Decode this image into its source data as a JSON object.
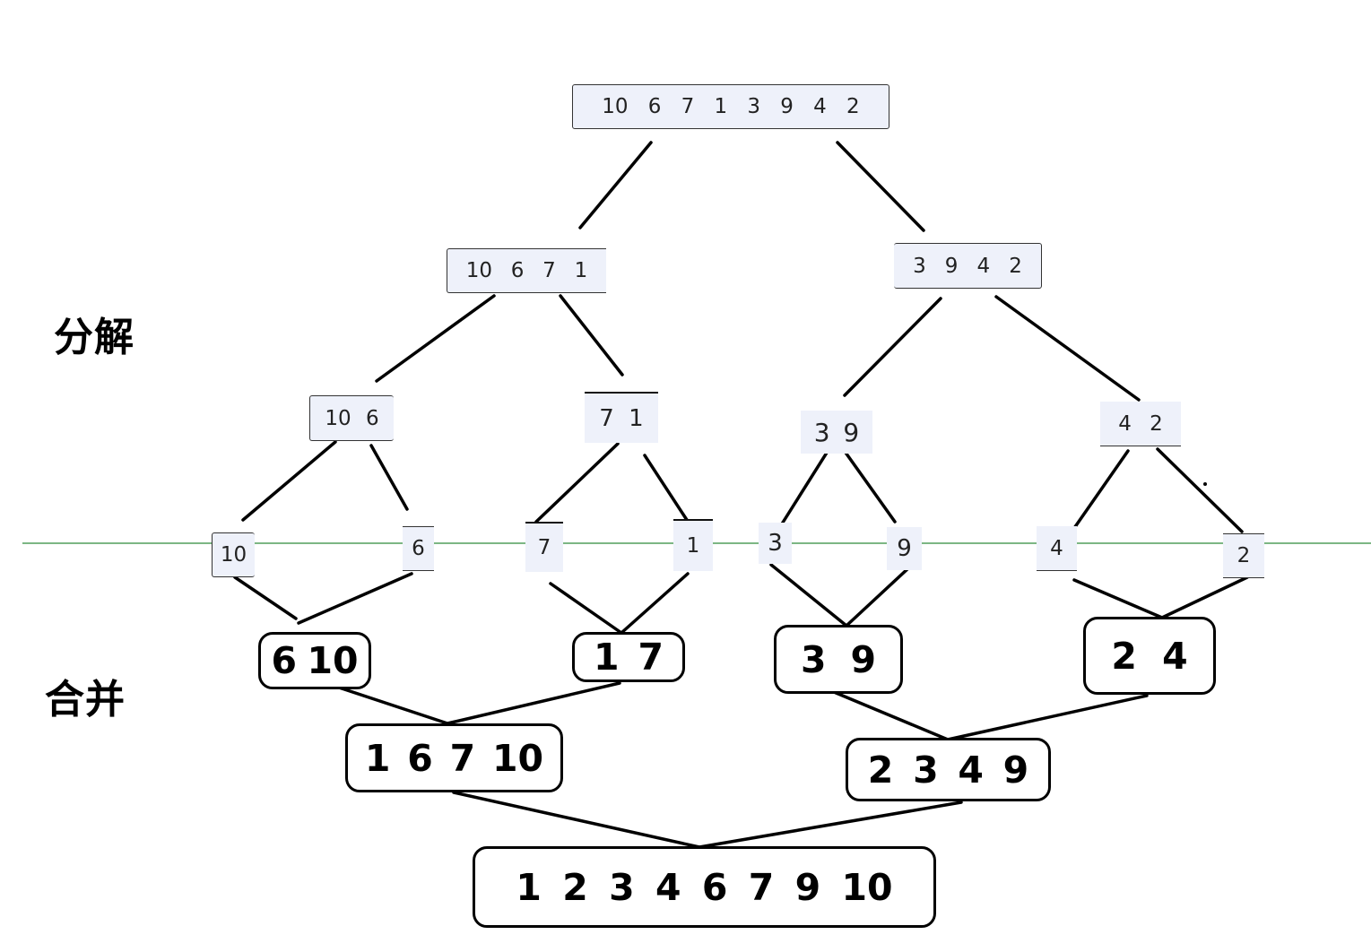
{
  "labels": {
    "decompose": "分解",
    "merge": "合并"
  },
  "split": {
    "root": [
      "10",
      "6",
      "7",
      "1",
      "3",
      "9",
      "4",
      "2"
    ],
    "l1_left": [
      "10",
      "6",
      "7",
      "1"
    ],
    "l1_right": [
      "3",
      "9",
      "4",
      "2"
    ],
    "l2_a": [
      "10",
      "6"
    ],
    "l2_b": [
      "7",
      "1"
    ],
    "l2_c": [
      "3",
      "9"
    ],
    "l2_d": [
      "4",
      "2"
    ],
    "leaves": [
      "10",
      "6",
      "7",
      "1",
      "3",
      "9",
      "4",
      "2"
    ]
  },
  "merge": {
    "m1_a": [
      "6",
      "10"
    ],
    "m1_b": [
      "1",
      "7"
    ],
    "m1_c": [
      "3",
      "9"
    ],
    "m1_d": [
      "2",
      "4"
    ],
    "m2_left": [
      "1",
      "6",
      "7",
      "10"
    ],
    "m2_right": [
      "2",
      "3",
      "4",
      "9"
    ],
    "final": [
      "1",
      "2",
      "3",
      "4",
      "6",
      "7",
      "9",
      "10"
    ]
  },
  "colors": {
    "divider": "#2e8b3a",
    "split_fill": "#eef1fa",
    "line": "#000000"
  }
}
